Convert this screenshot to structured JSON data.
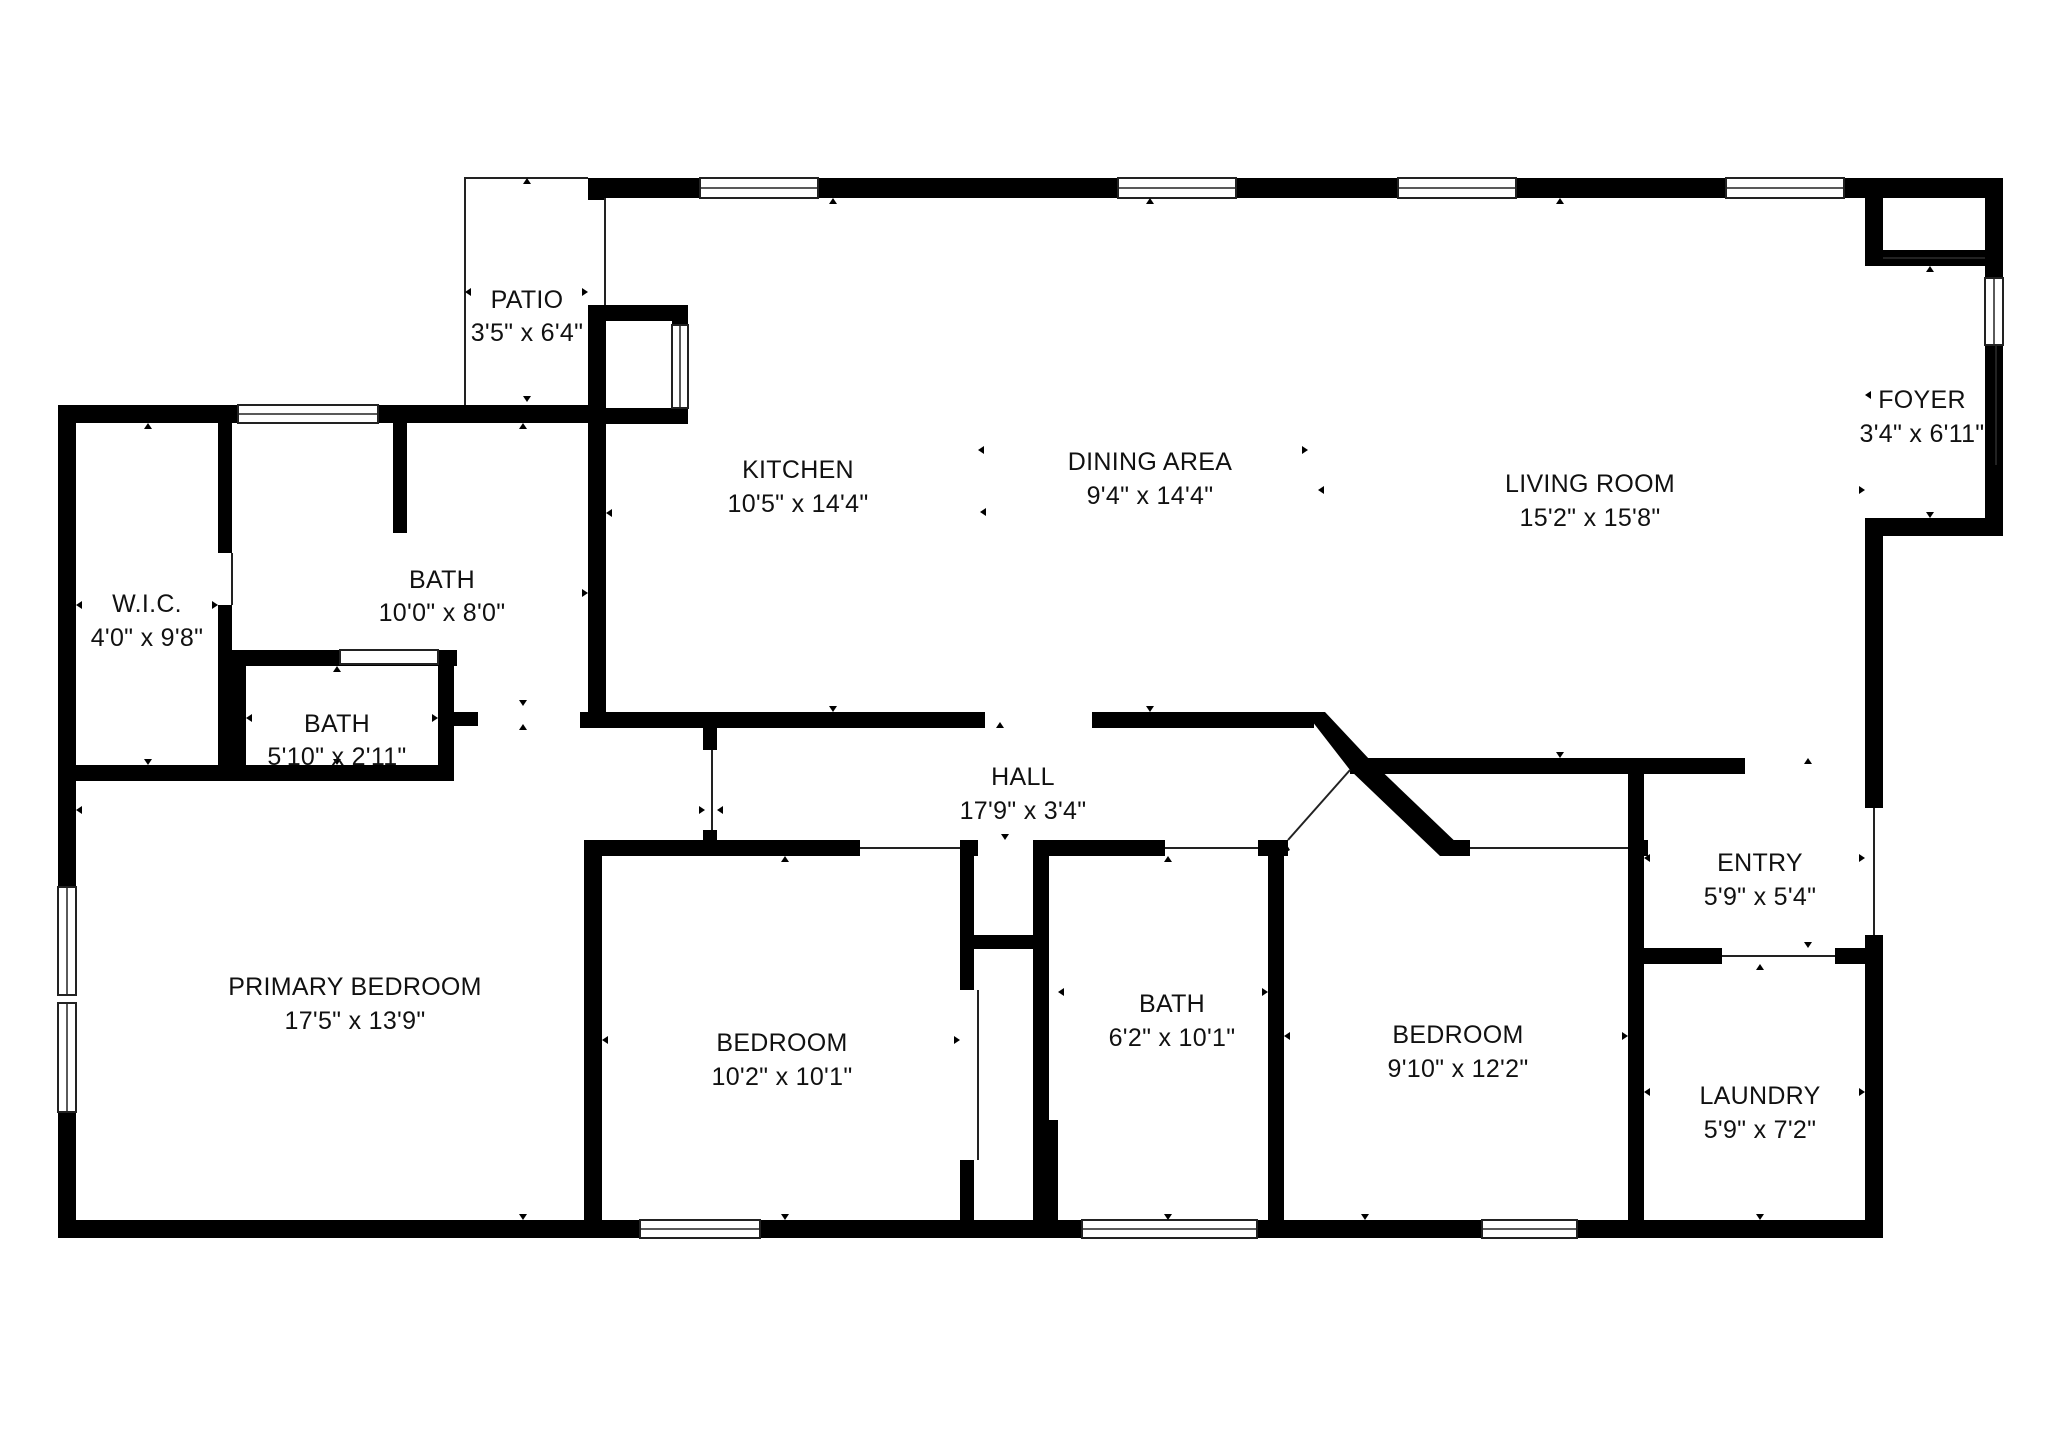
{
  "rooms": {
    "patio": {
      "name": "PATIO",
      "dims": "3'5\" x 6'4\""
    },
    "kitchen": {
      "name": "KITCHEN",
      "dims": "10'5\" x 14'4\""
    },
    "dining_area": {
      "name": "DINING AREA",
      "dims": "9'4\" x 14'4\""
    },
    "living_room": {
      "name": "LIVING ROOM",
      "dims": "15'2\" x 15'8\""
    },
    "foyer": {
      "name": "FOYER",
      "dims": "3'4\" x 6'11\""
    },
    "wic": {
      "name": "W.I.C.",
      "dims": "4'0\" x 9'8\""
    },
    "primary_bath": {
      "name": "BATH",
      "dims": "10'0\" x 8'0\""
    },
    "small_bath": {
      "name": "BATH",
      "dims": "5'10\" x 2'11\""
    },
    "hall": {
      "name": "HALL",
      "dims": "17'9\" x 3'4\""
    },
    "primary_bedroom": {
      "name": "PRIMARY BEDROOM",
      "dims": "17'5\" x 13'9\""
    },
    "bedroom_1": {
      "name": "BEDROOM",
      "dims": "10'2\" x 10'1\""
    },
    "bath_2": {
      "name": "BATH",
      "dims": "6'2\" x 10'1\""
    },
    "bedroom_2": {
      "name": "BEDROOM",
      "dims": "9'10\" x 12'2\""
    },
    "entry": {
      "name": "ENTRY",
      "dims": "5'9\" x 5'4\""
    },
    "laundry": {
      "name": "LAUNDRY",
      "dims": "5'9\" x 7'2\""
    }
  },
  "colors": {
    "wall": "#000000",
    "background": "#ffffff"
  }
}
